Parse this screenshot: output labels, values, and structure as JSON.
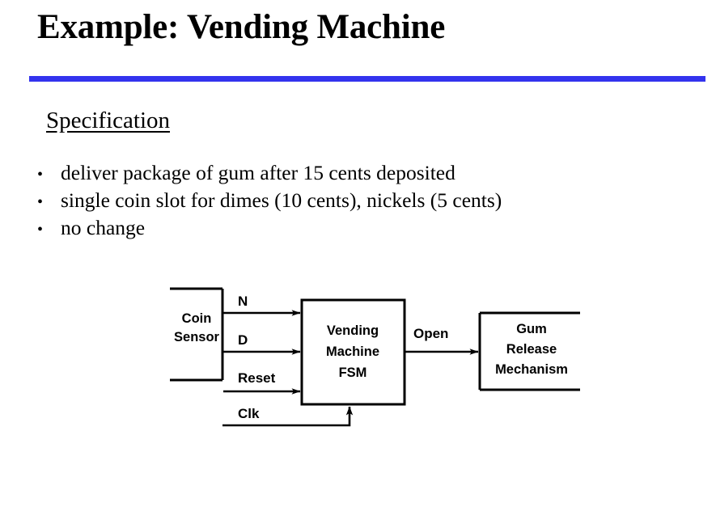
{
  "slide": {
    "title": "Example: Vending Machine",
    "accent_color": "#3333ee",
    "background_color": "#ffffff",
    "text_color": "#000000"
  },
  "section": {
    "heading": "Specification"
  },
  "bullets": {
    "marker": "•",
    "items": [
      "deliver package of gum after 15 cents deposited",
      "single coin slot for dimes (10 cents), nickels (5 cents)",
      "no change"
    ]
  },
  "diagram": {
    "blocks": {
      "coin_sensor": {
        "line1": "Coin",
        "line2": "Sensor"
      },
      "fsm": {
        "line1": "Vending",
        "line2": "Machine",
        "line3": "FSM"
      },
      "gum_release": {
        "line1": "Gum",
        "line2": "Release",
        "line3": "Mechanism"
      }
    },
    "signals": {
      "nickel": "N",
      "dime": "D",
      "reset": "Reset",
      "clock": "Clk",
      "open": "Open"
    }
  }
}
